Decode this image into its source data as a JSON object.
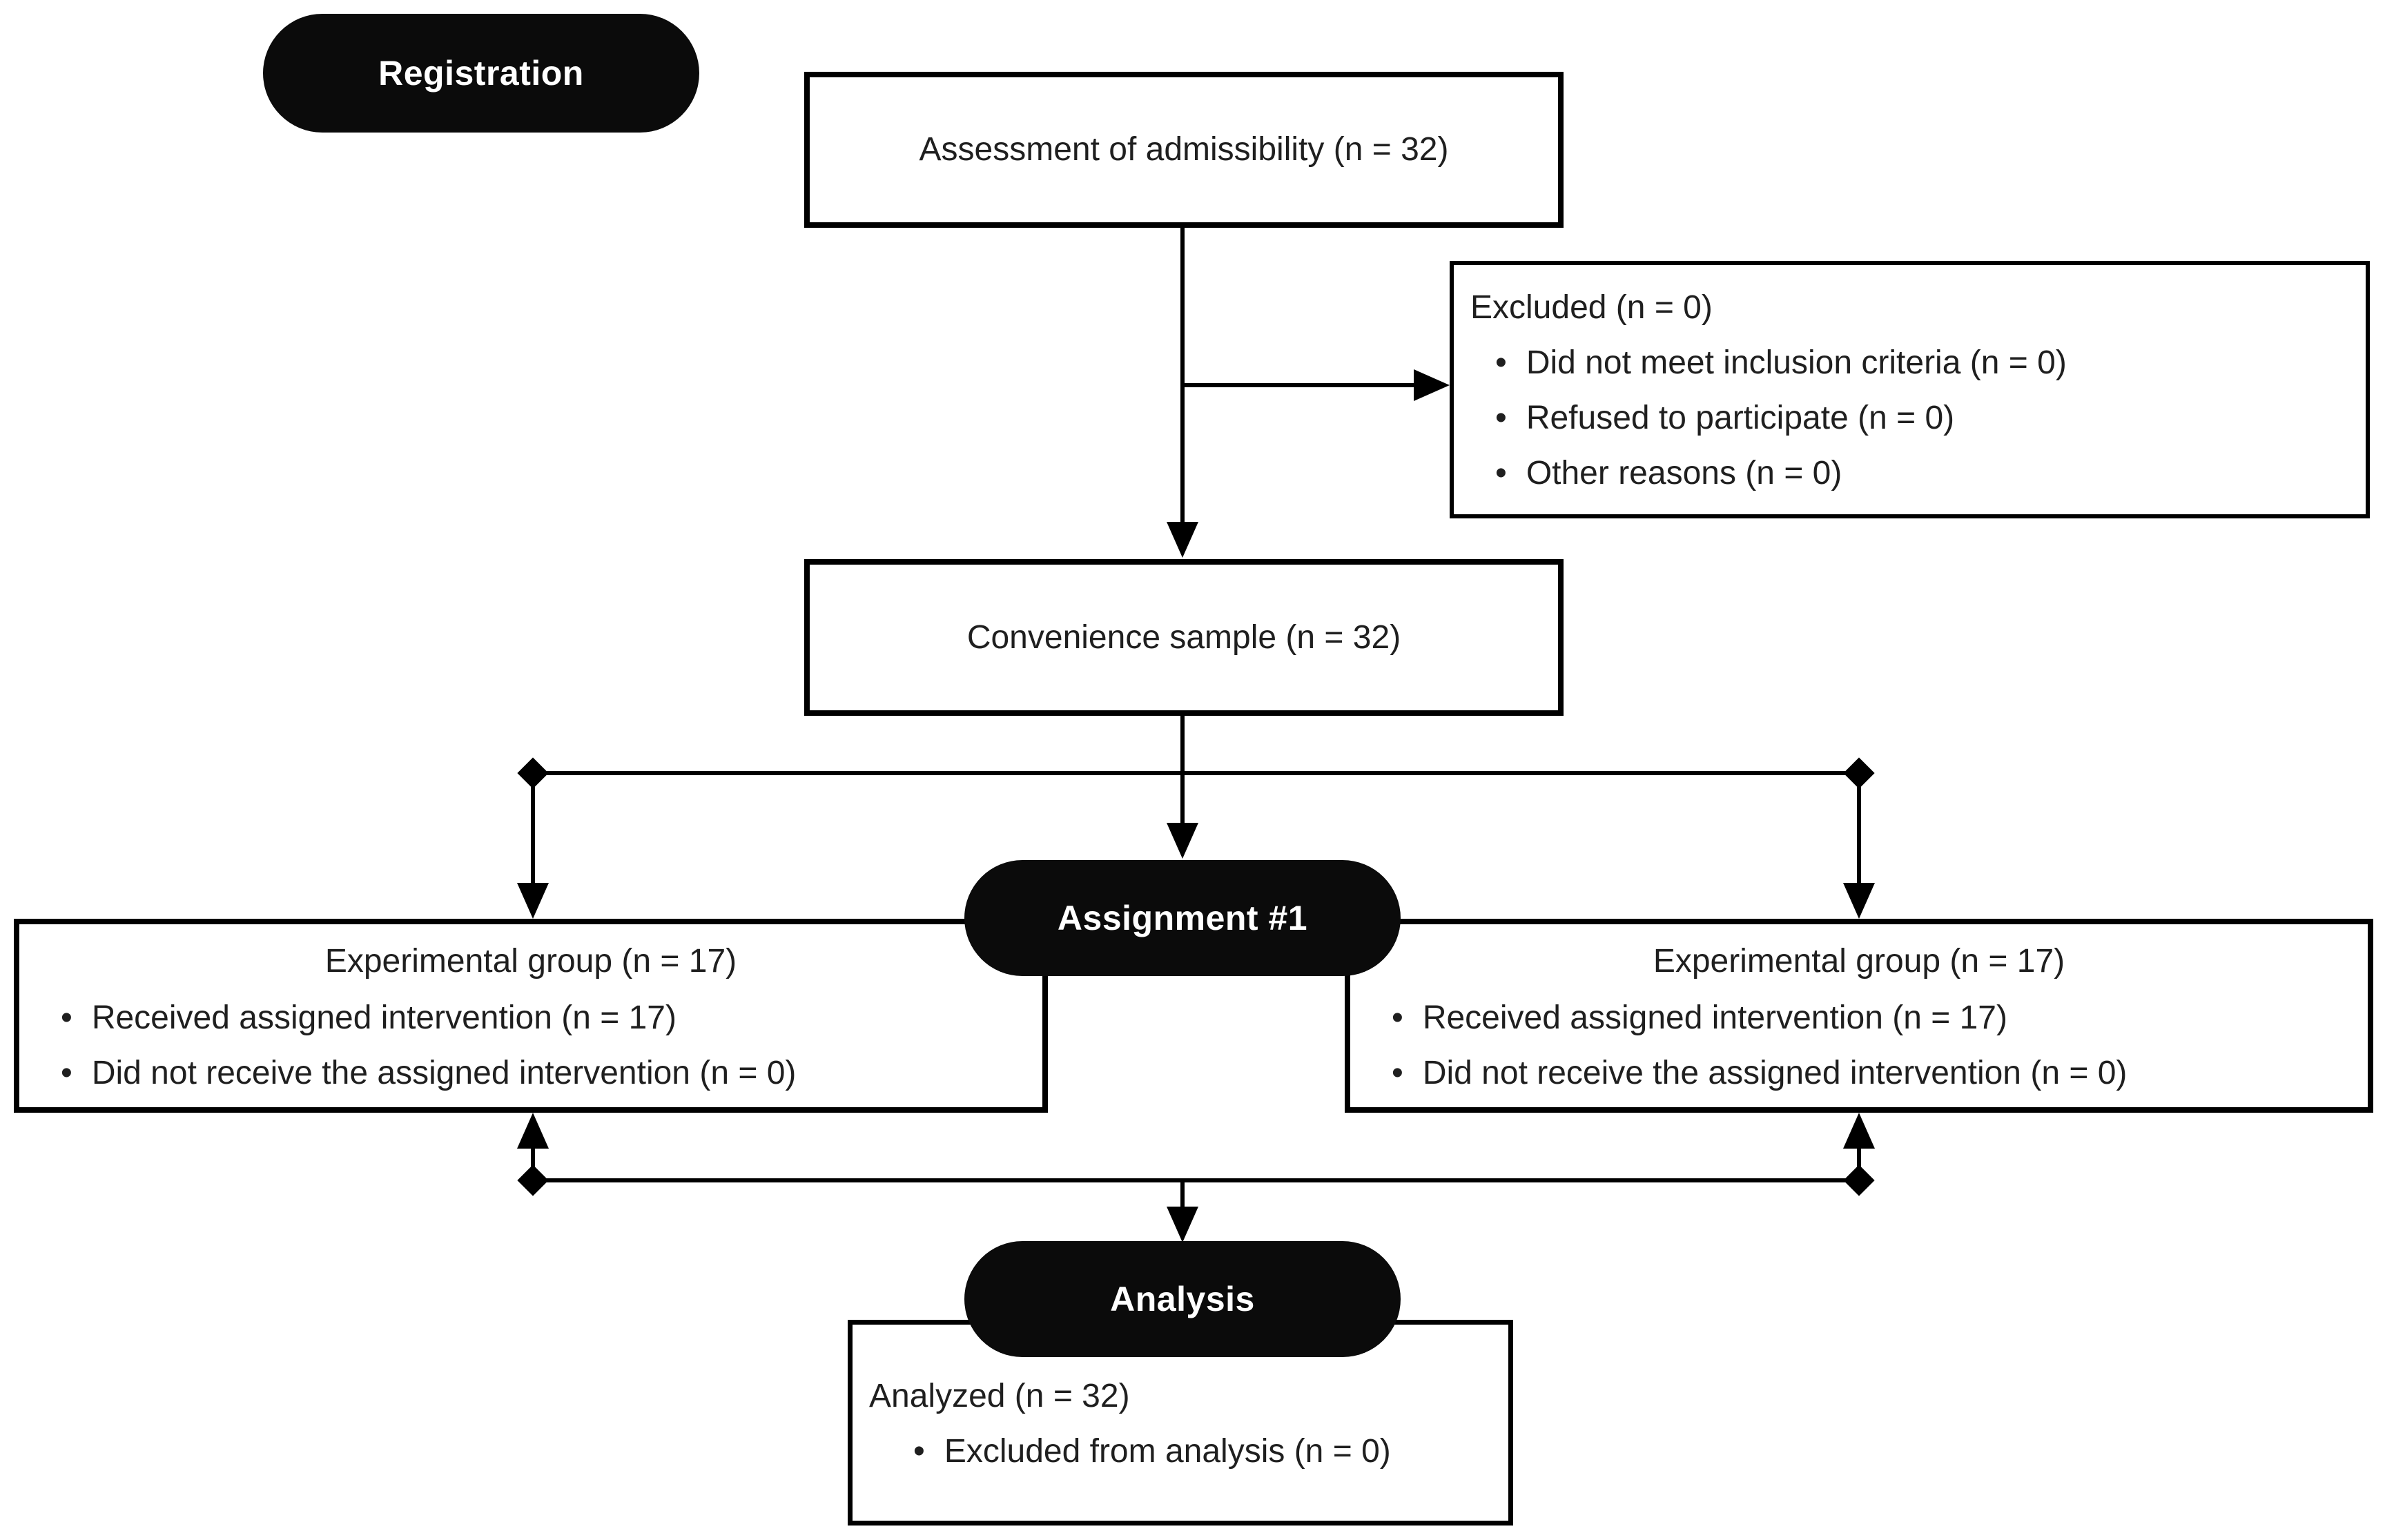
{
  "diagram": {
    "stage_labels": {
      "registration": "Registration",
      "assignment": "Assignment #1",
      "analysis": "Analysis"
    },
    "boxes": {
      "assessment": {
        "text": "Assessment of admissibility (n = 32)"
      },
      "excluded": {
        "title": "Excluded (n = 0)",
        "bullets": [
          "Did not meet inclusion criteria (n = 0)",
          "Refused to participate (n = 0)",
          "Other reasons (n = 0)"
        ]
      },
      "convenience": {
        "text": "Convenience sample (n = 32)"
      },
      "experimental_left": {
        "title": "Experimental group (n = 17)",
        "bullets": [
          "Received assigned intervention (n = 17)",
          "Did not receive the assigned intervention (n = 0)"
        ]
      },
      "experimental_right": {
        "title": "Experimental group (n = 17)",
        "bullets": [
          "Received assigned intervention (n = 17)",
          "Did not receive the assigned intervention (n = 0)"
        ]
      },
      "analyzed": {
        "title": "Analyzed (n = 32)",
        "bullets": [
          "Excluded from analysis (n = 0)"
        ]
      }
    },
    "bullet_char": "•",
    "colors": {
      "stage_pill_background": "#0b0b0b",
      "stage_pill_text": "#ffffff",
      "box_border": "#000000",
      "connector_line": "#000000",
      "box_background": "#ffffff",
      "page_background": "#ffffff",
      "body_text": "#1f1f1f"
    }
  }
}
